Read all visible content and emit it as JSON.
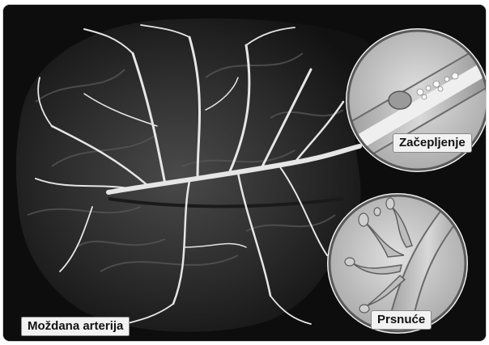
{
  "labels": {
    "artery": "Moždana arterija",
    "blockage": "Začepljenje",
    "rupture": "Prsnuće"
  },
  "colors": {
    "background": "#0d0d0d",
    "vessel": "#e8e8e8",
    "inset_bg": "#c8c8c8",
    "label_bg": "#f2f2f2"
  }
}
